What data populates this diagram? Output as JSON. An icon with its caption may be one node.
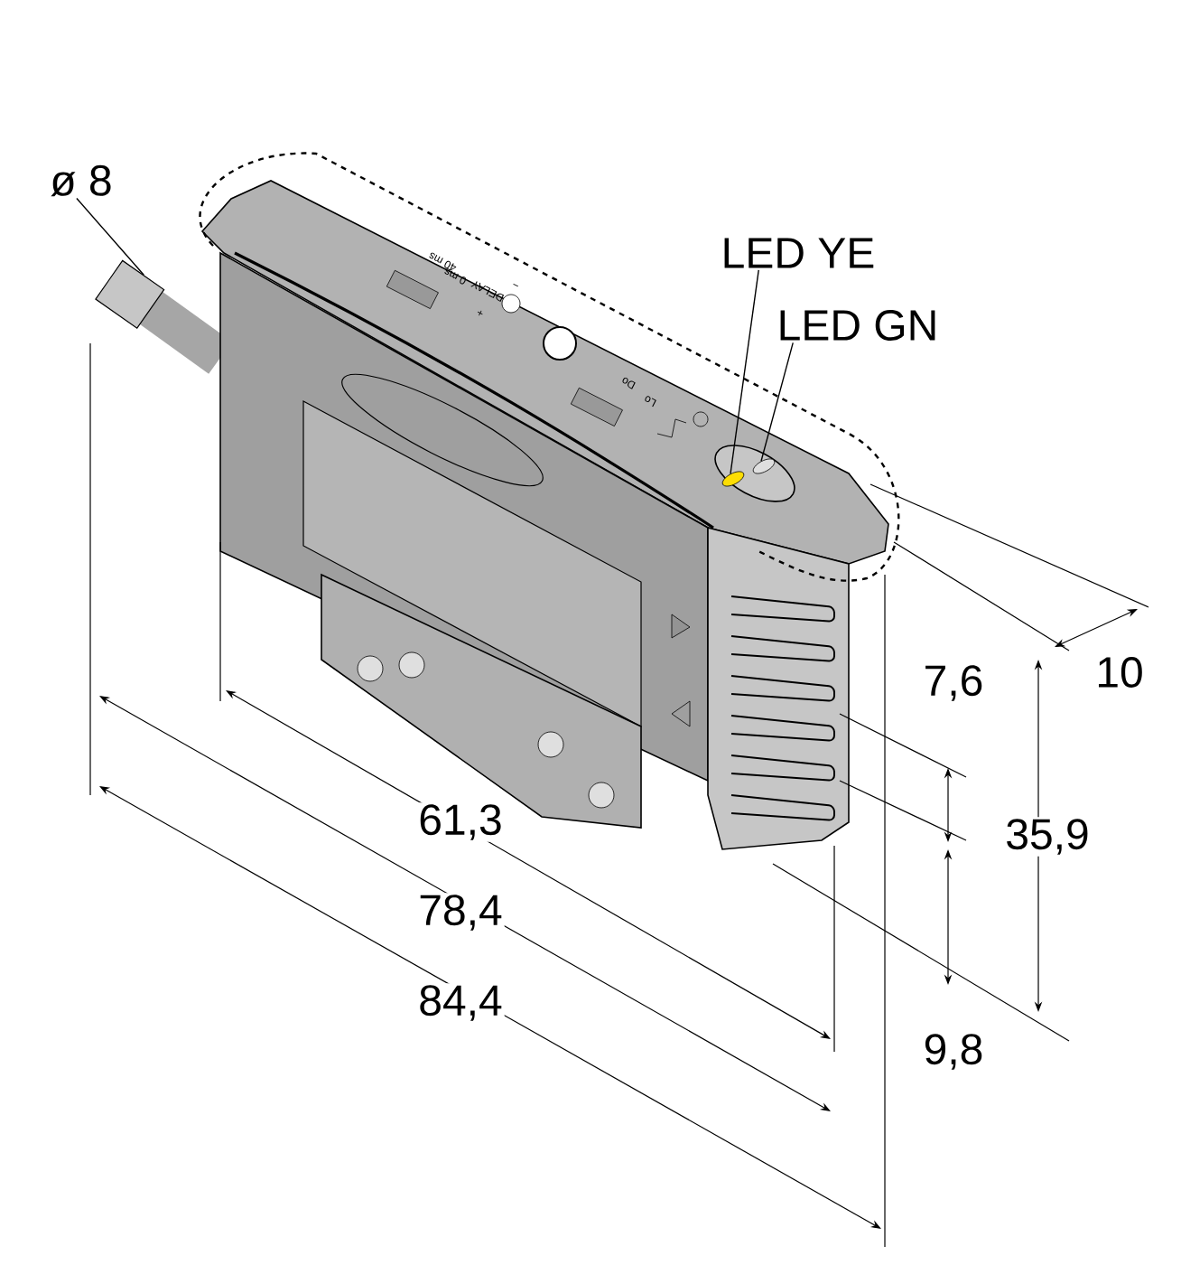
{
  "diagram": {
    "nodes": [
      {
        "text": [
          "LED YE"
        ]
      },
      {
        "text": [
          "LED GN"
        ]
      },
      {
        "text": [],
        "shape": "ellipse"
      },
      {
        "text": [],
        "shape": "ellipse"
      },
      {
        "text": [
          "ø 8"
        ]
      },
      {
        "text": [],
        "shape": "cylinder"
      }
    ],
    "edges": [
      {
        "from": 0,
        "to": 2,
        "arrow": "none"
      },
      {
        "from": 1,
        "to": 3,
        "arrow": "none"
      },
      {
        "from": 4,
        "to": 5,
        "arrow": "none"
      }
    ],
    "labels": [
      "40 ms",
      "0 ms",
      "DELAY",
      "+",
      "−",
      "Do",
      "Lo",
      "10",
      "7,6",
      "35,9",
      "61,3",
      "78,4",
      "84,4",
      "9,8"
    ]
  }
}
